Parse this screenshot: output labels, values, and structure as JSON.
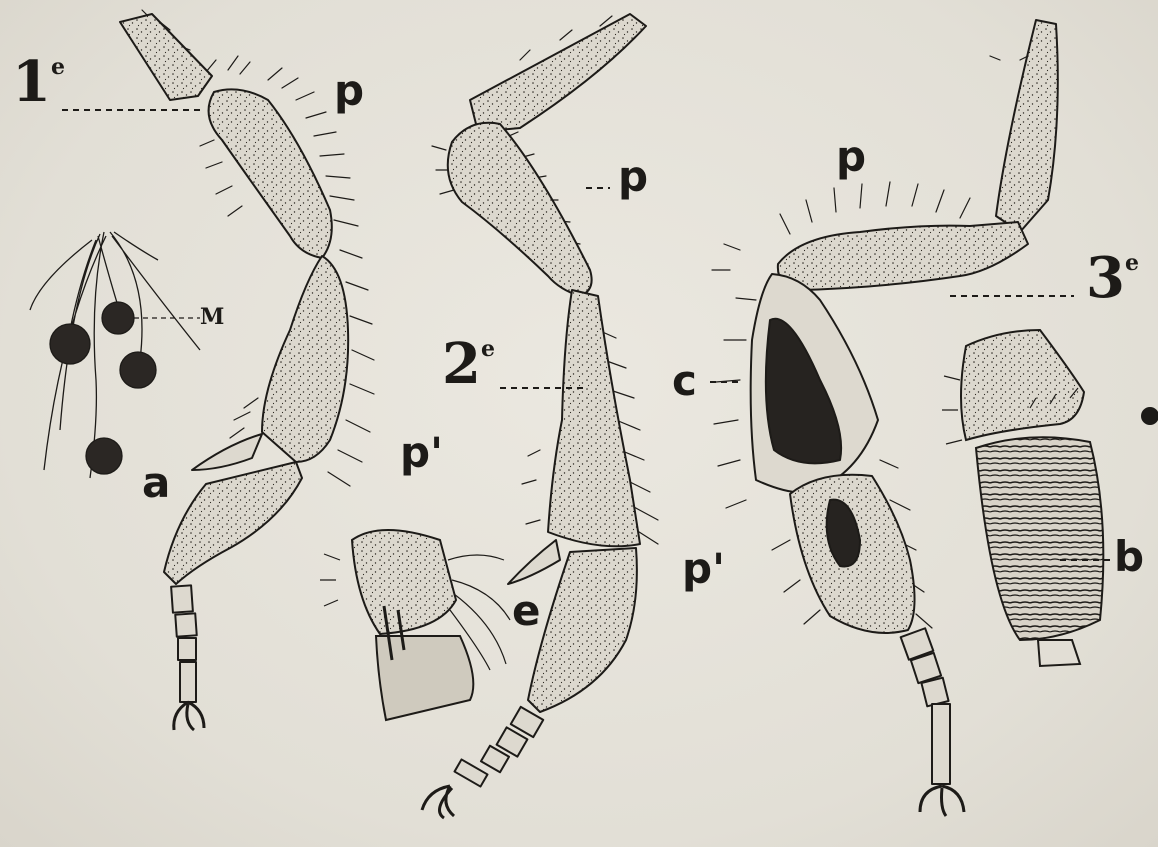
{
  "figure": {
    "leg1": {
      "number": "1",
      "sup": "e"
    },
    "leg2": {
      "number": "2",
      "sup": "e"
    },
    "leg3": {
      "number": "3",
      "sup": "e"
    },
    "labels": {
      "p_leg1": "p",
      "p_leg2": "p",
      "p_leg3": "p",
      "pprime_leg1": "p'",
      "pprime_leg2": "p'",
      "a": "a",
      "M": "M",
      "c": "c",
      "e": "e",
      "b": "b"
    }
  },
  "colors": {
    "paper": "#e6e3db",
    "ink": "#1d1b18",
    "fill": "#ddd9cf"
  }
}
